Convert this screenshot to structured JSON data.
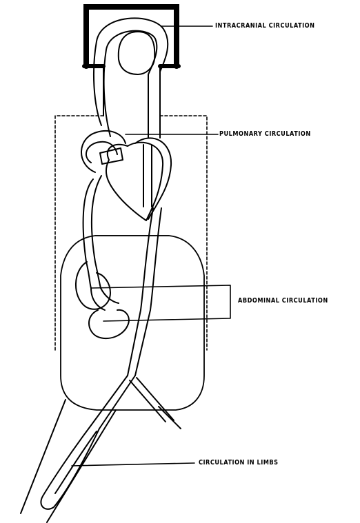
{
  "labels": {
    "intracranial": "INTRACRANIAL CIRCULATION",
    "pulmonary": "PULMONARY CIRCULATION",
    "abdominal": "ABDOMINAL CIRCULATION",
    "limbs": "CIRCULATION IN LIMBS"
  },
  "ink_color": "#000000",
  "background_color": "#ffffff"
}
